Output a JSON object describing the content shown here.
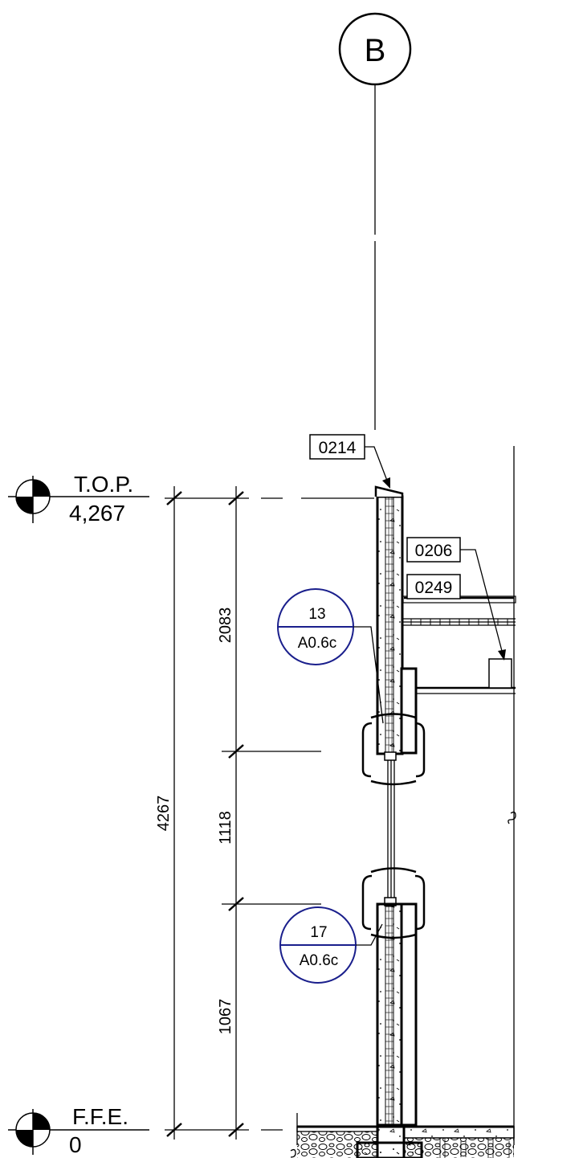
{
  "grid": {
    "label": "B"
  },
  "levels": {
    "top": {
      "name": "T.O.P.",
      "value": "4,267"
    },
    "floor": {
      "name": "F.F.E.",
      "value": "0"
    }
  },
  "dimensions": {
    "overall": "4267",
    "upper": "2083",
    "middle": "1118",
    "lower": "1067"
  },
  "tags": {
    "t1": "0214",
    "t2": "0206",
    "t3": "0249"
  },
  "callouts": {
    "upper": {
      "number": "13",
      "sheet": "A0.6c"
    },
    "lower": {
      "number": "17",
      "sheet": "A0.6c"
    }
  },
  "colors": {
    "line": "#000000",
    "callout": "#1a1f8c"
  }
}
